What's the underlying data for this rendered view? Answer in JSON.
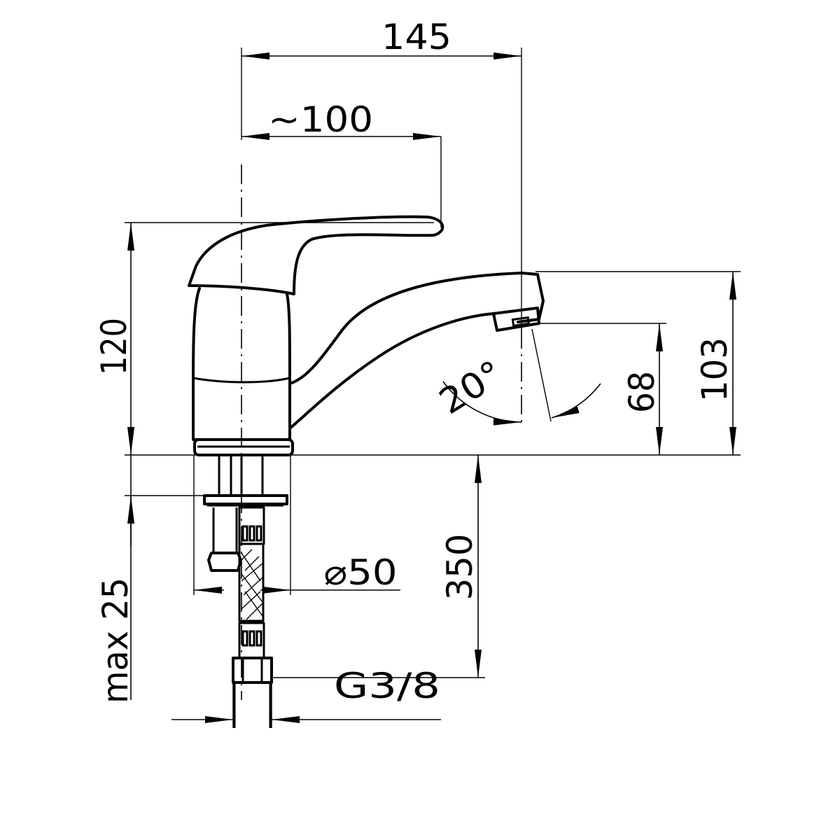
{
  "title": "Single lever basin mixer dimension drawing",
  "colors": {
    "line": "#000000",
    "background": "#ffffff"
  },
  "dimensions": {
    "overall_reach": "145",
    "handle_reach": "~100",
    "total_height": "120",
    "spout_top_height": "103",
    "spout_outlet_height": "68",
    "outlet_angle": "20°",
    "hose_length": "350",
    "base_diameter": "⌀50",
    "max_countertop": "max 25",
    "thread": "G3/8"
  }
}
